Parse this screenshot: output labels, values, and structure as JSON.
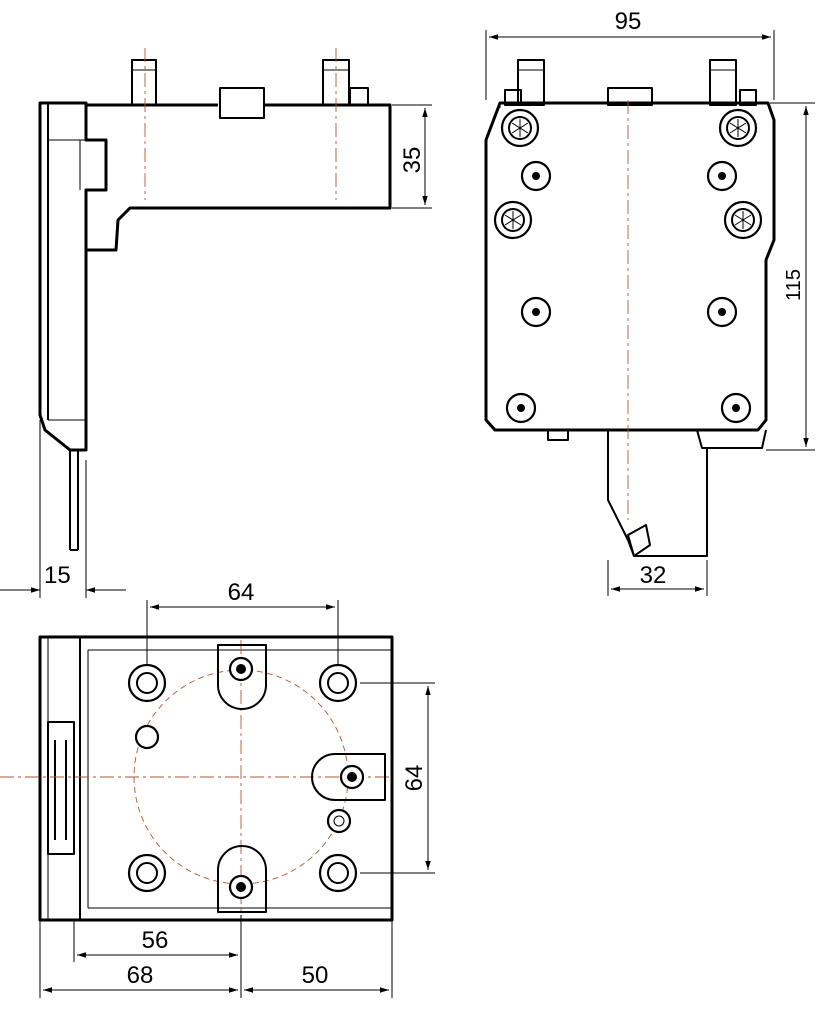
{
  "colors": {
    "lines": "#000000",
    "centerlines": "#b5542c",
    "background": "#ffffff"
  },
  "dimensions": {
    "top_width": "95",
    "side_height": "35",
    "front_height": "115",
    "side_offset": "15",
    "shank_width": "32",
    "bolt_spacing_h": "64",
    "bolt_spacing_v": "64",
    "base_56": "56",
    "base_68": "68",
    "base_50": "50"
  }
}
